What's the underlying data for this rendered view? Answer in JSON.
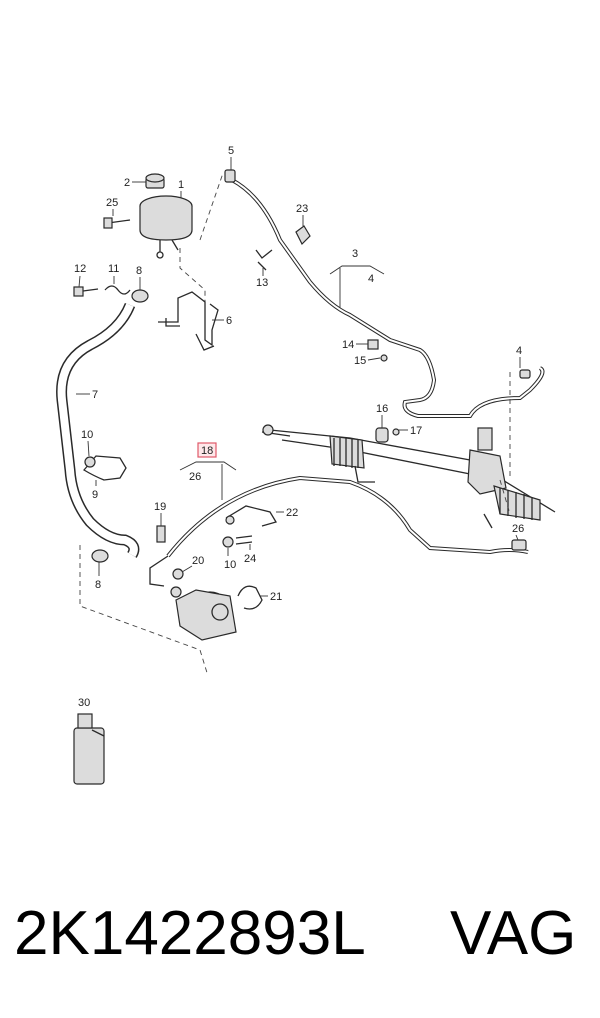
{
  "diagram": {
    "callouts": {
      "c1": "1",
      "c2": "2",
      "c3": "3",
      "c4a": "4",
      "c4b": "4",
      "c5": "5",
      "c6": "6",
      "c7": "7",
      "c8a": "8",
      "c8b": "8",
      "c9": "9",
      "c10a": "10",
      "c10b": "10",
      "c11": "11",
      "c12": "12",
      "c13": "13",
      "c14": "14",
      "c15": "15",
      "c16": "16",
      "c17": "17",
      "c18": "18",
      "c19": "19",
      "c20": "20",
      "c21": "21",
      "c22": "22",
      "c23": "23",
      "c24": "24",
      "c25": "25",
      "c26a": "26",
      "c26b": "26",
      "c30": "30"
    },
    "highlight_color": "#e05a6a"
  },
  "footer": {
    "part_number": "2K1422893L",
    "brand": "VAG"
  }
}
